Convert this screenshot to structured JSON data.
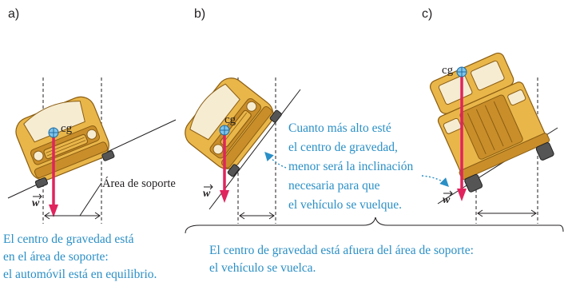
{
  "panels": {
    "a": {
      "label": "a)"
    },
    "b": {
      "label": "b)"
    },
    "c": {
      "label": "c)"
    }
  },
  "labels": {
    "cg": "cg",
    "weight": "w",
    "support_area": "Área de soporte"
  },
  "captions": {
    "a_lines": [
      "El centro de gravedad está",
      "en el área de soporte:",
      "el automóvil está en equilibrio."
    ],
    "bc_lines": [
      "El centro de gravedad está afuera del área de soporte:",
      "el vehículo se vuelca."
    ],
    "note_lines": [
      "Cuanto más alto esté",
      "el centro de gravedad,",
      "menor será la inclinación",
      "necesaria para que",
      "el vehículo se vuelque."
    ]
  },
  "colors": {
    "caption": "#2a8fc6",
    "weight_vector": "#e0245e",
    "vehicle": "#e9b64a",
    "cg_marker": "#7fc4ea"
  }
}
